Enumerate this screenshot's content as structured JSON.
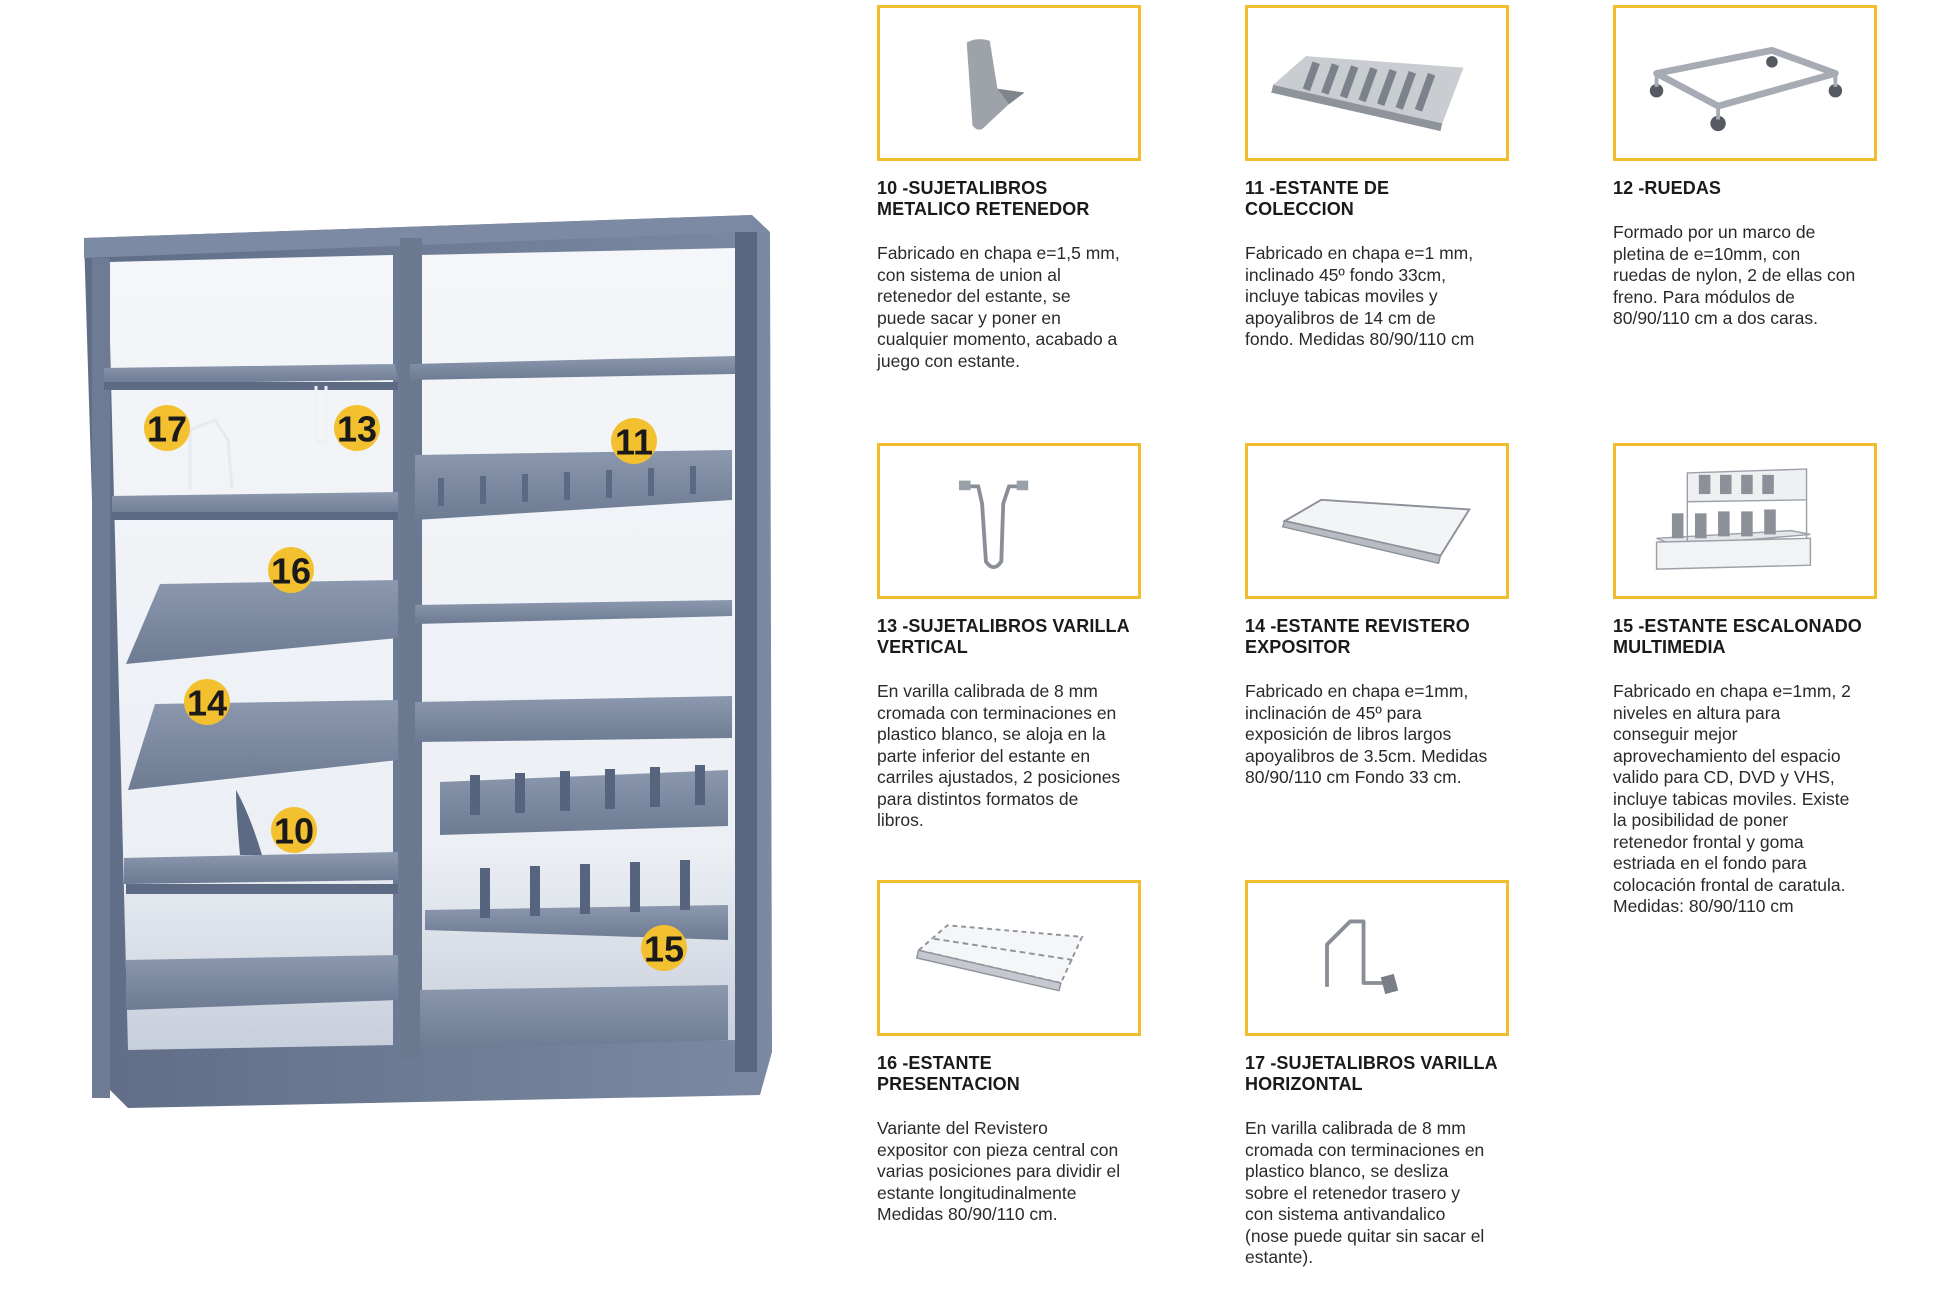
{
  "callouts": [
    "17",
    "13",
    "11",
    "16",
    "14",
    "10",
    "15"
  ],
  "products": [
    {
      "title": "10 -SUJETALIBROS\nMETALICO RETENEDOR",
      "description": "Fabricado en chapa e=1,5 mm,\ncon sistema de union al\nretenedor del estante, se\npuede sacar y poner en\ncualquier momento, acabado a\njuego con estante.",
      "image_icon": "metal-bookend-icon"
    },
    {
      "title": "11 -ESTANTE DE\nCOLECCION",
      "description": "Fabricado en chapa e=1 mm,\ninclinado 45º fondo 33cm,\nincluye tabicas moviles y\napoyalibros de 14 cm de\nfondo. Medidas 80/90/110 cm",
      "image_icon": "collection-shelf-icon"
    },
    {
      "title": "12 -RUEDAS",
      "description": "Formado por un marco de\npletina de e=10mm, con\nruedas de nylon, 2 de ellas con\nfreno. Para módulos de\n80/90/110 cm a dos caras.",
      "image_icon": "wheel-frame-icon"
    },
    {
      "title": "13 -SUJETALIBROS VARILLA\nVERTICAL",
      "description": "En varilla calibrada de 8 mm\ncromada con terminaciones en\nplastico blanco, se aloja en la\nparte inferior del estante en\ncarriles ajustados, 2 posiciones\npara distintos formatos de\nlibros.",
      "image_icon": "vertical-rod-bookend-icon"
    },
    {
      "title": "14 -ESTANTE REVISTERO\nEXPOSITOR",
      "description": "Fabricado en chapa e=1mm,\ninclinación de 45º para\nexposición de libros largos\napoyalibros de 3.5cm. Medidas\n80/90/110 cm Fondo 33 cm.",
      "image_icon": "magazine-shelf-icon"
    },
    {
      "title": "15 -ESTANTE ESCALONADO\nMULTIMEDIA",
      "description": "Fabricado en chapa e=1mm, 2\nniveles en altura para\nconseguir mejor\naprovechamiento del espacio\nvalido para CD, DVD y VHS,\nincluye tabicas moviles. Existe\nla posibilidad de poner\nretenedor frontal y goma\nestriada en el fondo para\ncolocación frontal de caratula.\nMedidas: 80/90/110 cm",
      "image_icon": "stepped-multimedia-shelf-icon"
    },
    {
      "title": "16 -ESTANTE\nPRESENTACION",
      "description": "Variante del Revistero\nexpositor con pieza central con\nvarias posiciones para dividir el\nestante longitudinalmente\nMedidas 80/90/110 cm.",
      "image_icon": "presentation-shelf-icon"
    },
    {
      "title": "17 -SUJETALIBROS VARILLA\nHORIZONTAL",
      "description": "En varilla calibrada de 8 mm\ncromada con terminaciones en\nplastico blanco, se desliza\nsobre el retenedor trasero y\ncon sistema antivandalico\n(nose puede quitar sin sacar el\nestante).",
      "image_icon": "horizontal-rod-bookend-icon"
    }
  ],
  "colors": {
    "accent": "#f1bd2a",
    "badge": "#f3c130",
    "shelf_steel": "#6b7a93"
  }
}
